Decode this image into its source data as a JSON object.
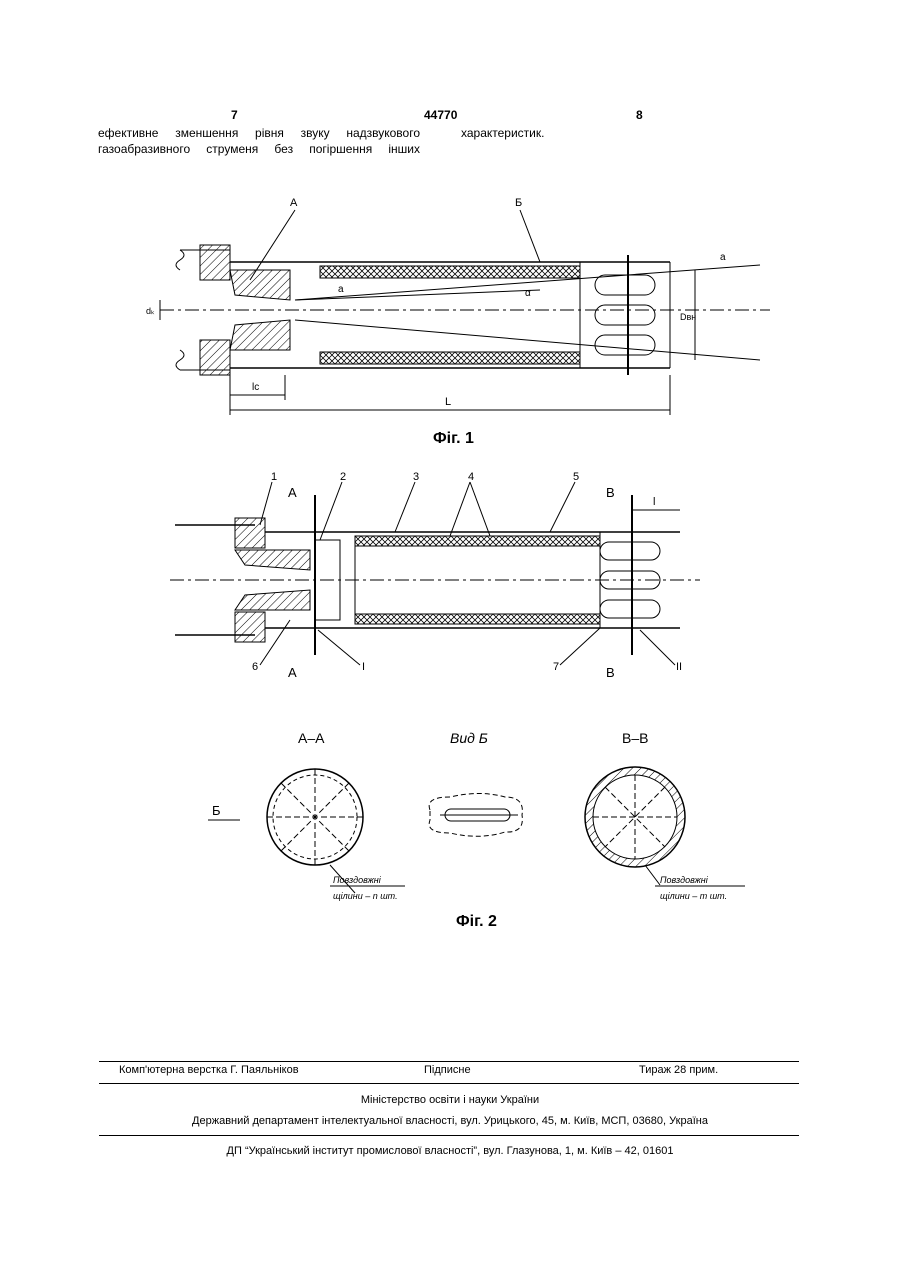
{
  "header": {
    "page_left": "7",
    "patent_number": "44770",
    "page_right": "8"
  },
  "text": {
    "left_line1": "ефективне зменшення рівня звуку надзвукового",
    "left_line2": "газоабразивного струменя без погіршення інших",
    "right_line1": "характеристик."
  },
  "figure1": {
    "caption": "Фіг. 1",
    "labels": {
      "A": "А",
      "B": "Б",
      "a_right": "a",
      "a_inner": "a",
      "alpha": "α",
      "dk": "dₖ",
      "Dvn": "Dвн",
      "lc": "lс",
      "L": "L"
    }
  },
  "figure2": {
    "caption": "Фіг. 2",
    "numbers": [
      "1",
      "2",
      "3",
      "4",
      "5",
      "6",
      "7"
    ],
    "section_marks": {
      "A_top": "А",
      "A_bottom": "А",
      "B_top": "В",
      "B_bottom": "В",
      "I": "I",
      "II": "II",
      "l": "l"
    },
    "views": {
      "aa_title": "А–А",
      "vid_title": "Вид Б",
      "bb_title": "В–В",
      "arrow_B": "Б",
      "aa_note_line1": "Повздовжні",
      "aa_note_line2": "щілини – n шт.",
      "bb_note_line1": "Повздовжні",
      "bb_note_line2": "щілини – m шт."
    }
  },
  "footer": {
    "typesetting": "Комп'ютерна верстка Г. Паяльніков",
    "signed": "Підписне",
    "circulation": "Тираж 28 прим.",
    "ministry": "Міністерство освіти і науки України",
    "department": "Державний департамент інтелектуальної власності, вул. Урицького, 45, м. Київ, МСП, 03680, Україна",
    "institute": "ДП “Український інститут промислової власності”, вул. Глазунова, 1, м. Київ – 42, 01601"
  }
}
